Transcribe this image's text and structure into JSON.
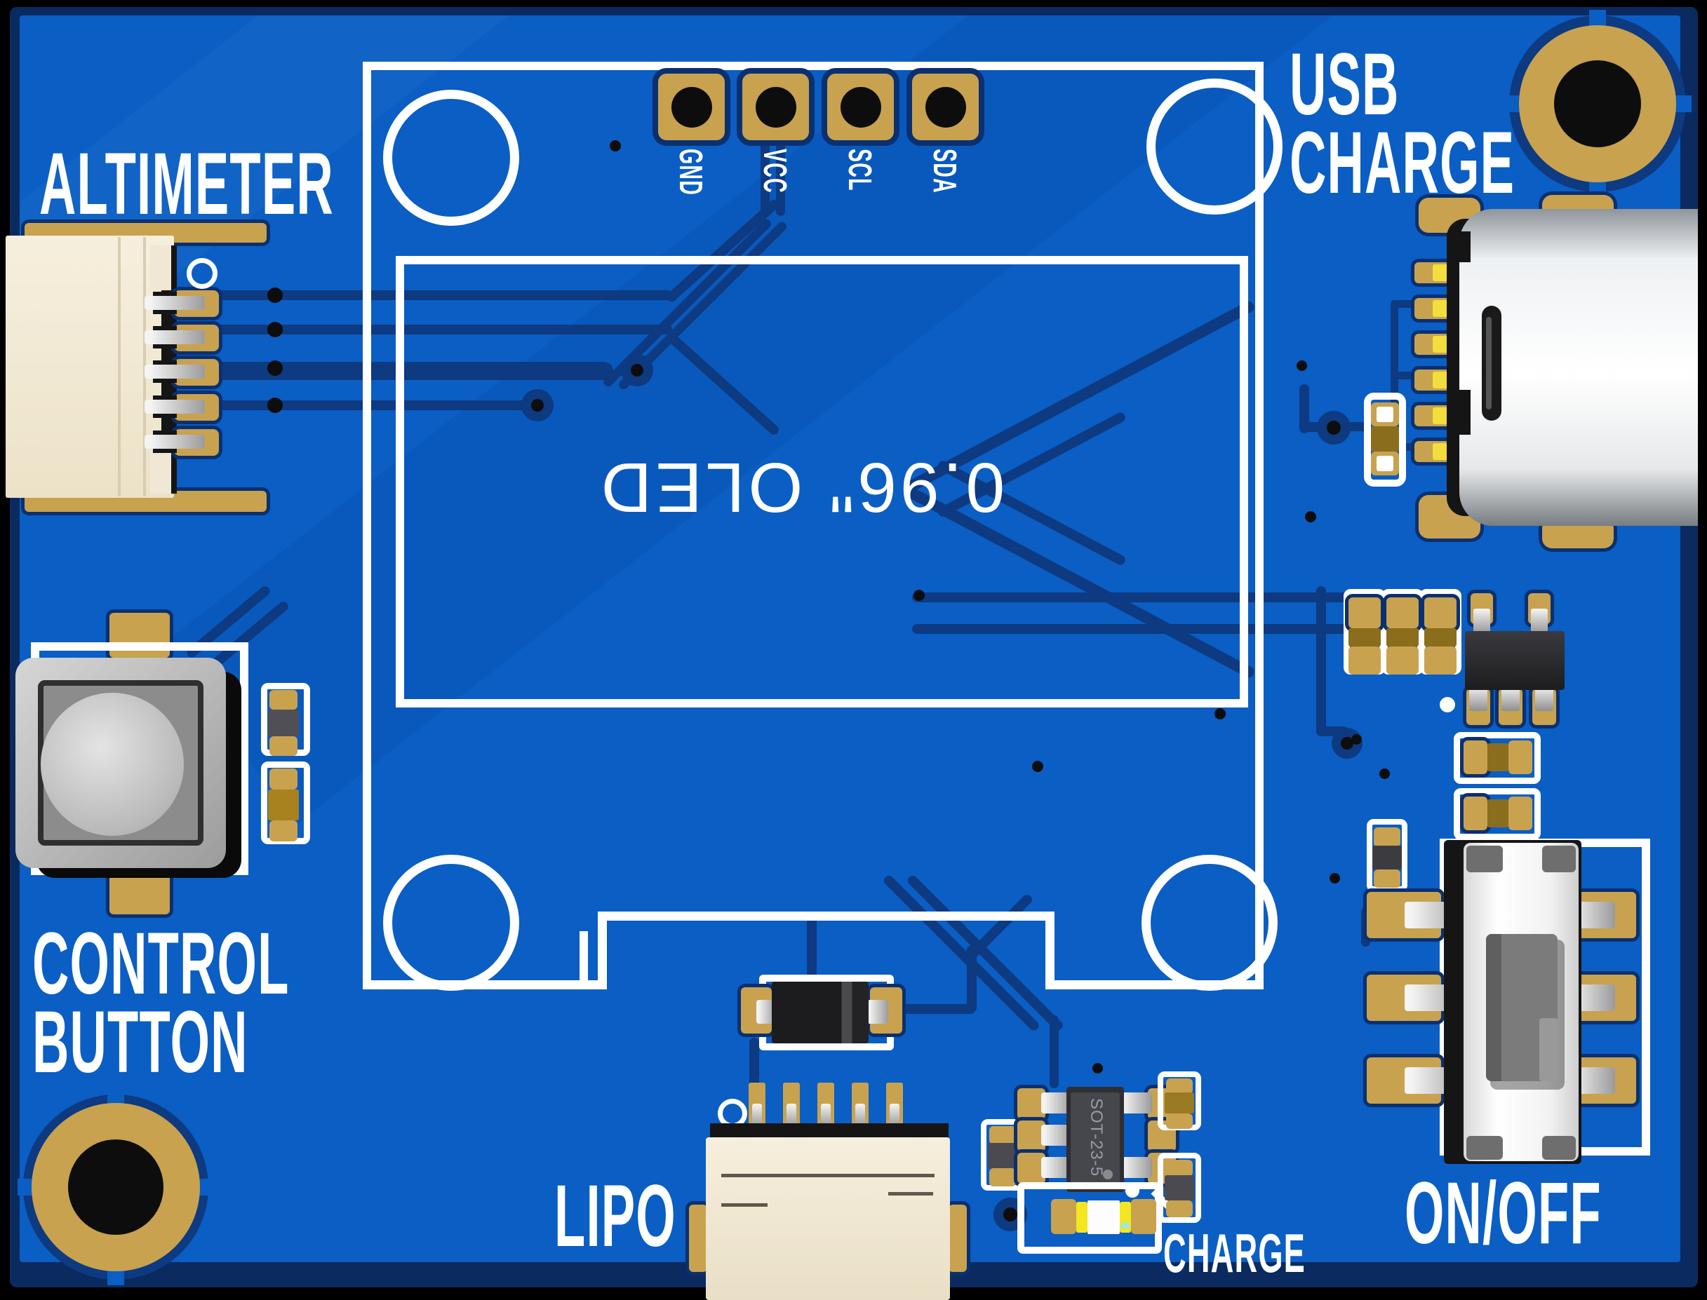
{
  "board": {
    "silkscreen": {
      "altimeter": "ALTIMETER",
      "usb_charge_line1": "USB",
      "usb_charge_line2": "CHARGE",
      "control_line1": "CONTROL",
      "control_line2": "BUTTON",
      "lipo": "LIPO",
      "on_off": "ON/OFF",
      "charge_led": "CHARGE",
      "oled_marking": "0.96\" OLED"
    },
    "pin_labels": [
      "GND",
      "VCC",
      "SCL",
      "SDA"
    ],
    "ic_marking": "SOT-23-5",
    "colors": {
      "pcb": "#0a5ec4",
      "edge": "#0a2a60",
      "trace": "#0d3a80",
      "silk": "#ffffff",
      "gold": "#c8a24e",
      "goldDark": "#8a6d1d",
      "goldBright": "#f2de3c",
      "cream": "#f0e8d4",
      "drill": "#0d0d0d",
      "silver": "#d9d9d9",
      "outline": "#0b3070"
    }
  }
}
